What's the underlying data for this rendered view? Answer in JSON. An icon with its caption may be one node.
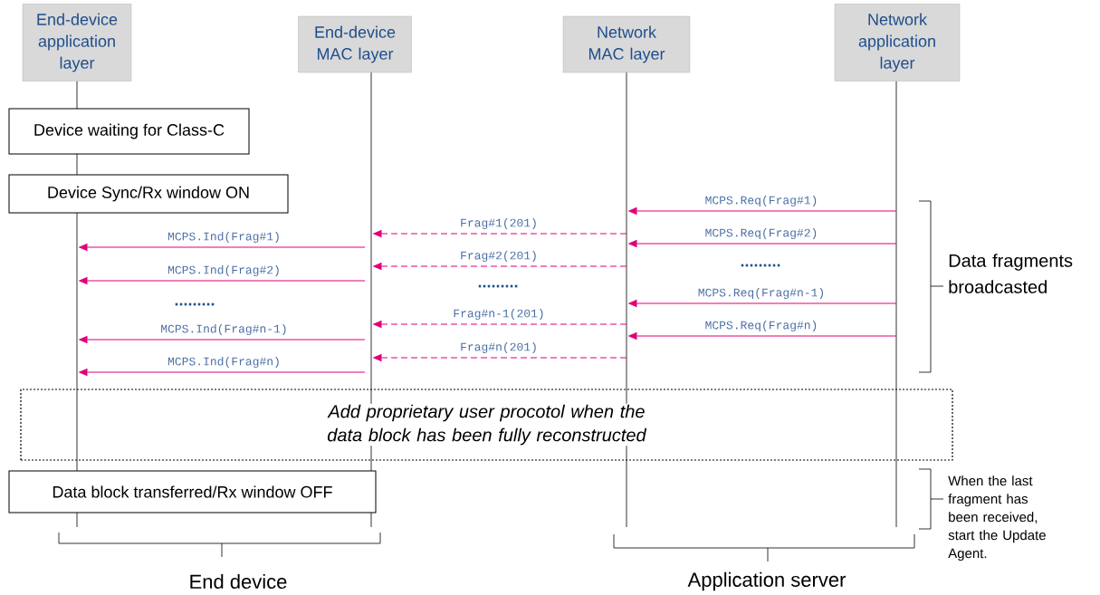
{
  "diagram": {
    "nodes": [
      {
        "text": [
          "End-device application layer"
        ]
      },
      {
        "text": [
          "End-device MAC layer"
        ]
      },
      {
        "text": [
          "Network MAC layer"
        ]
      },
      {
        "text": [
          "Network application layer"
        ]
      },
      {
        "text": [
          "Device waiting for Class-C"
        ]
      },
      {
        "text": [
          "Device Sync/Rx window ON"
        ]
      },
      {
        "text": [
          "Add proprietary user procotol when the data block has been fully reconstructed"
        ]
      },
      {
        "text": [
          "Data block transferred/Rx window OFF"
        ]
      }
    ],
    "edges": [
      {
        "from": 3,
        "to": 2,
        "arrow": "to",
        "label": "MCPS.Req(Frag#1)"
      },
      {
        "from": 2,
        "to": 1,
        "arrow": "to",
        "label": "Frag#1(201)",
        "style": "dashed"
      },
      {
        "from": 1,
        "to": 0,
        "arrow": "to",
        "label": "MCPS.Ind(Frag#1)"
      },
      {
        "from": 3,
        "to": 2,
        "arrow": "to",
        "label": "MCPS.Req(Frag#2)"
      },
      {
        "from": 2,
        "to": 1,
        "arrow": "to",
        "label": "Frag#2(201)",
        "style": "dashed"
      },
      {
        "from": 1,
        "to": 0,
        "arrow": "to",
        "label": "MCPS.Ind(Frag#2)"
      },
      {
        "from": 3,
        "to": 2,
        "arrow": "to",
        "label": "MCPS.Req(Frag#n-1)"
      },
      {
        "from": 2,
        "to": 1,
        "arrow": "to",
        "label": "Frag#n-1(201)",
        "style": "dashed"
      },
      {
        "from": 1,
        "to": 0,
        "arrow": "to",
        "label": "MCPS.Ind(Frag#n-1)"
      },
      {
        "from": 3,
        "to": 2,
        "arrow": "to",
        "label": "MCPS.Req(Frag#n)"
      },
      {
        "from": 2,
        "to": 1,
        "arrow": "to",
        "label": "Frag#n(201)",
        "style": "dashed"
      },
      {
        "from": 1,
        "to": 0,
        "arrow": "to",
        "label": "MCPS.Ind(Frag#n)"
      }
    ],
    "labels": [
      ".........",
      ".........",
      ".........",
      "Data fragments broadcasted",
      "When the last fragment has been received, start the Update Agent.",
      "End device",
      "Application server"
    ]
  }
}
